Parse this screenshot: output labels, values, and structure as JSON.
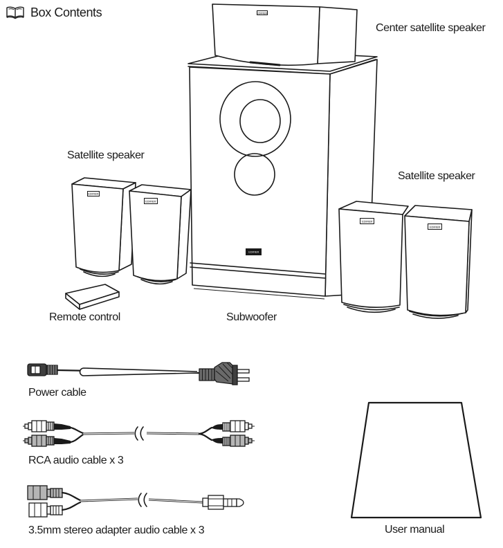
{
  "header": {
    "title": "Box Contents",
    "icon": "open-book-icon"
  },
  "brand_badge": "EDIFIER",
  "diagram": {
    "labels": {
      "center_satellite_speaker": "Center satellite speaker",
      "satellite_speaker_left": "Satellite speaker",
      "satellite_speaker_right": "Satellite speaker",
      "remote_control": "Remote control",
      "subwoofer": "Subwoofer"
    }
  },
  "accessories": {
    "power_cable": "Power cable",
    "rca_audio_cable": "RCA audio cable x 3",
    "stereo_adapter_cable": "3.5mm stereo adapter audio cable x 3",
    "user_manual": "User manual"
  },
  "colors": {
    "line": "#1a1a1a",
    "dark_connector": "#3f3f3f",
    "plug_gray": "#6a6a6a",
    "rca_gray": "#b5b5b5",
    "paper": "#ffffff"
  }
}
